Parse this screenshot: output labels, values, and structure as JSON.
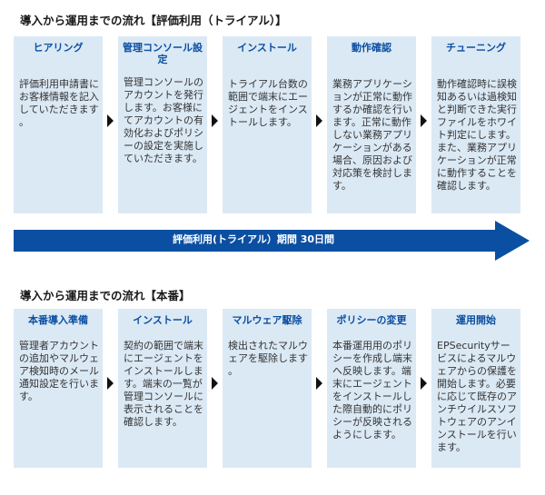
{
  "trial_flow": {
    "title": "導入から運用までの流れ【評価利用（トライアル）】",
    "steps": [
      {
        "label": "ヒアリング",
        "text": "評価利用申請書にお客様情報を記入していただきます。"
      },
      {
        "label": "管理コンソール設定",
        "text": "管理コンソールのアカウントを発行します。お客様にてアカウントの有効化およびポリシーの設定を実施していただきます。"
      },
      {
        "label": "インストール",
        "text": "トライアル台数の範囲で端末にエージェントをインストールします。"
      },
      {
        "label": "動作確認",
        "text": "業務アプリケーションが正常に動作するか確認を行います。正常に動作しない業務アプリケーションがある場合、原因および対応策を検討します。"
      },
      {
        "label": "チューニング",
        "text": "動作確認時に誤検知あるいは過検知と判断できた実行ファイルをホワイト判定にします。また、業務アプリケーションが正常に動作することを確認します。"
      }
    ],
    "period": {
      "label": "評価利用(トライアル）期間 30日間",
      "color": "#0b4fa2"
    }
  },
  "production_flow": {
    "title": "導入から運用までの流れ【本番】",
    "steps": [
      {
        "label": "本番導入準備",
        "text": "管理者アカウントの追加やマルウェア検知時のメール通知設定を行います。"
      },
      {
        "label": "インストール",
        "text": "契約の範囲で端末にエージェントをインストールします。端末の一覧が管理コンソールに表示されることを確認します。"
      },
      {
        "label": "マルウェア駆除",
        "text": "検出されたマルウェアを駆除します。"
      },
      {
        "label": "ポリシーの変更",
        "text": "本番運用用のポリシーを作成し端末へ反映します。端末にエージェントをインストールした際自動的にポリシーが反映されるようにします。"
      },
      {
        "label": "運用開始",
        "text": "EPSecurityサービスによるマルウェアからの保護を開始します。必要に応じて既存のアンチウイルスソフトウェアのアンインストールを行います。"
      }
    ]
  },
  "colors": {
    "box_bg": "#dbe9f5",
    "heading": "#0b4fa2",
    "arrow": "#0b4fa2"
  }
}
